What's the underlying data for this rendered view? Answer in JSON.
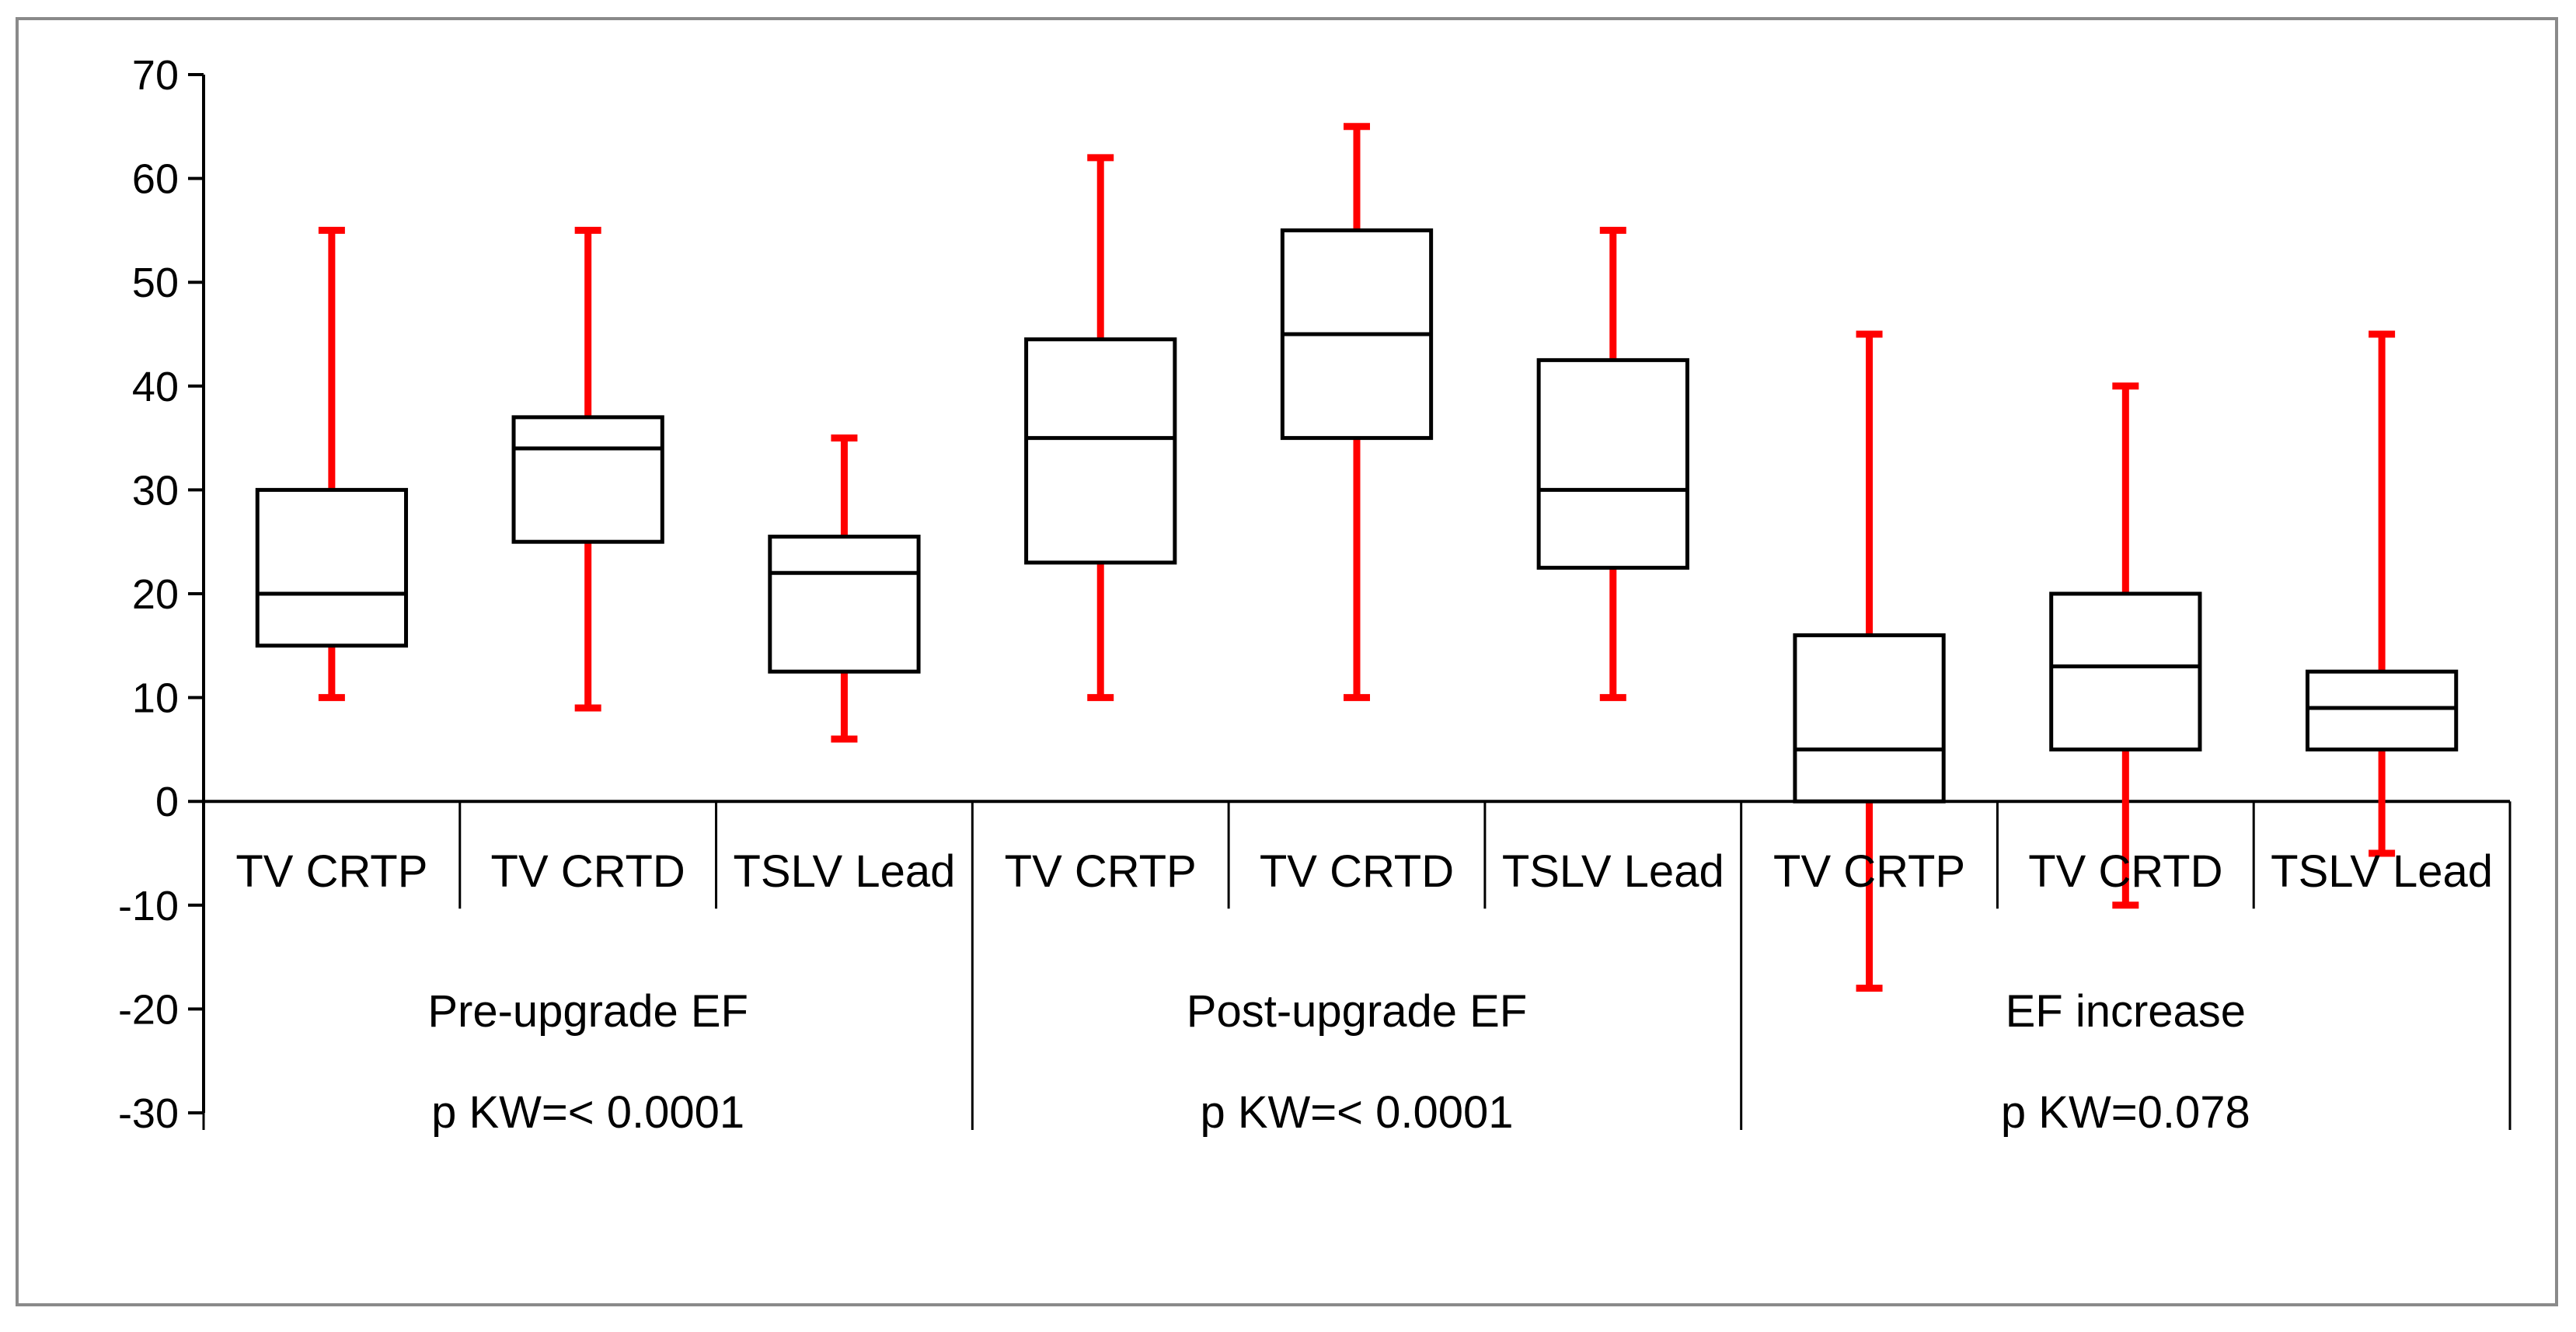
{
  "chart_data": {
    "type": "box",
    "title": "",
    "xlabel": "",
    "ylabel": "",
    "ylim": [
      -30,
      70
    ],
    "yticks": [
      70,
      60,
      50,
      40,
      30,
      20,
      10,
      0,
      -10,
      -20,
      -30
    ],
    "ytick_labels": [
      "70",
      "60",
      "50",
      "40",
      "30",
      "20",
      "10",
      "0",
      "-10",
      "-20",
      "-30"
    ],
    "grid": false,
    "legend": "none",
    "box_color": "#000000",
    "whisker_color": "#ff0000",
    "groups": [
      {
        "label": "Pre-upgrade EF",
        "pvalue": "p KW=< 0.0001",
        "boxes": [
          {
            "category": "TV CRTP",
            "min": 10,
            "q1": 15,
            "median": 20,
            "q3": 30,
            "max": 55
          },
          {
            "category": "TV CRTD",
            "min": 9,
            "q1": 25,
            "median": 34,
            "q3": 37,
            "max": 55
          },
          {
            "category": "TSLV Lead",
            "min": 6,
            "q1": 12.5,
            "median": 22,
            "q3": 25.5,
            "max": 35
          }
        ]
      },
      {
        "label": "Post-upgrade EF",
        "pvalue": "p KW=< 0.0001",
        "boxes": [
          {
            "category": "TV CRTP",
            "min": 10,
            "q1": 23,
            "median": 35,
            "q3": 44.5,
            "max": 62
          },
          {
            "category": "TV CRTD",
            "min": 10,
            "q1": 35,
            "median": 45,
            "q3": 55,
            "max": 65
          },
          {
            "category": "TSLV Lead",
            "min": 10,
            "q1": 22.5,
            "median": 30,
            "q3": 42.5,
            "max": 55
          }
        ]
      },
      {
        "label": "EF increase",
        "pvalue": "p KW=0.078",
        "boxes": [
          {
            "category": "TV CRTP",
            "min": -18,
            "q1": 0,
            "median": 5,
            "q3": 16,
            "max": 45
          },
          {
            "category": "TV CRTD",
            "min": -10,
            "q1": 5,
            "median": 13,
            "q3": 20,
            "max": 40
          },
          {
            "category": "TSLV Lead",
            "min": -5,
            "q1": 5,
            "median": 9,
            "q3": 12.5,
            "max": 45
          }
        ]
      }
    ]
  }
}
